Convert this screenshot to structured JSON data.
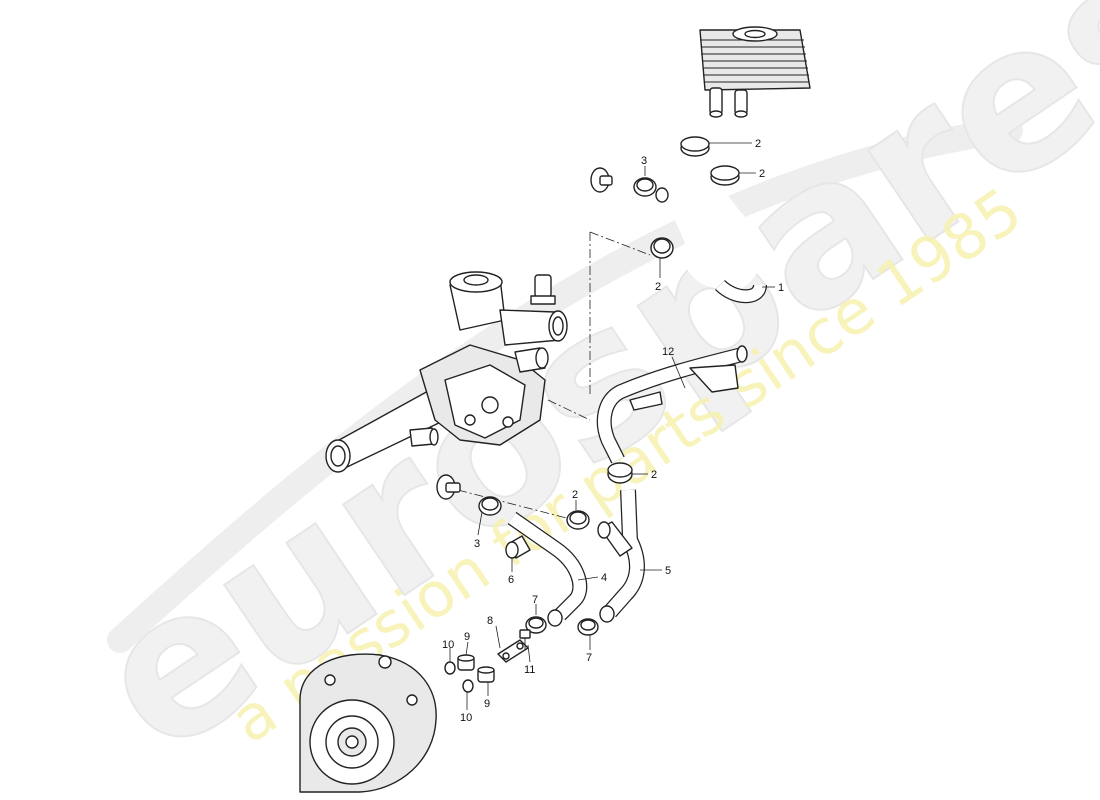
{
  "watermark": {
    "brand": "eurospares",
    "tagline": "a passion for parts since 1985"
  },
  "callouts": {
    "c1": "1",
    "c2a": "2",
    "c2b": "2",
    "c2c": "2",
    "c2d": "2",
    "c2e": "2",
    "c3a": "3",
    "c3b": "3",
    "c4": "4",
    "c5": "5",
    "c6": "6",
    "c7a": "7",
    "c7b": "7",
    "c8": "8",
    "c9a": "9",
    "c9b": "9",
    "c10a": "10",
    "c10b": "10",
    "c11": "11",
    "c12": "12"
  }
}
